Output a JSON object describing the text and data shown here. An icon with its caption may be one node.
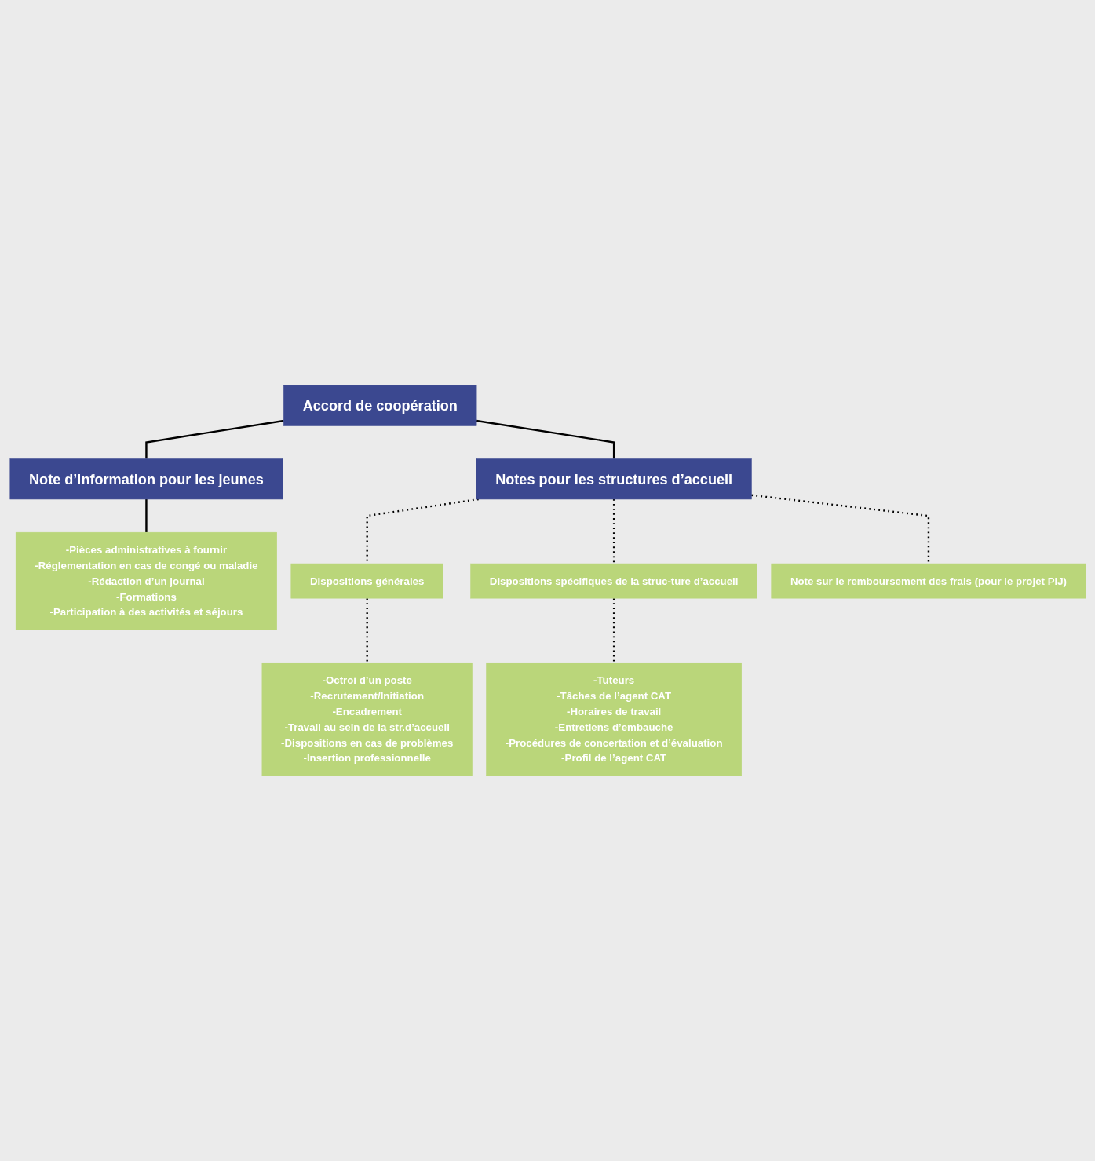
{
  "diagram": {
    "nodes": [
      {
        "text": [
          "Accord de coopération"
        ]
      },
      {
        "text": [
          "Note d’information pour les jeunes"
        ]
      },
      {
        "text": [
          "Notes pour les structures d’accueil"
        ]
      },
      {
        "text": [
          "-Pièces administratives à fournir",
          "-Réglementation en cas de congé ou maladie",
          "-Rédaction d’un journal",
          "-Formations",
          "-Participation à des activités et séjours"
        ]
      },
      {
        "text": [
          "Dispositions générales"
        ]
      },
      {
        "text": [
          "Dispositions spécifiques de la struc-ture d’accueil"
        ]
      },
      {
        "text": [
          "Note sur le remboursement des frais (pour le projet PIJ)"
        ]
      },
      {
        "text": [
          "-Octroi d’un poste",
          "-Recrutement/Initiation",
          "-Encadrement",
          "-Travail au sein de la str.d’accueil",
          "-Dispositions en cas de problèmes",
          "-Insertion professionnelle"
        ]
      },
      {
        "text": [
          "-Tuteurs",
          "-Tâches de l’agent CAT",
          "-Horaires de travail",
          "-Entretiens d’embauche",
          "-Procédures de concertation et d’évaluation",
          "-Profil de l’agent CAT"
        ]
      }
    ],
    "edges": [
      {
        "from": 0,
        "to": 1,
        "arrow": "none"
      },
      {
        "from": 0,
        "to": 2,
        "arrow": "none"
      },
      {
        "from": 1,
        "to": 3,
        "arrow": "none"
      },
      {
        "from": 2,
        "to": 4,
        "arrow": "none",
        "style": "dashed"
      },
      {
        "from": 2,
        "to": 5,
        "arrow": "none",
        "style": "dashed"
      },
      {
        "from": 2,
        "to": 6,
        "arrow": "none",
        "style": "dashed"
      },
      {
        "from": 4,
        "to": 7,
        "arrow": "none",
        "style": "dashed"
      },
      {
        "from": 5,
        "to": 8,
        "arrow": "none",
        "style": "dashed"
      }
    ]
  }
}
